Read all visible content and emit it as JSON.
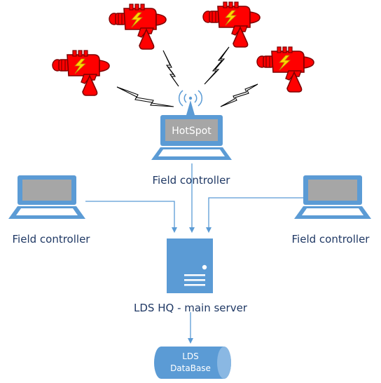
{
  "hotspot_label": "HotSpot",
  "controllers": {
    "center": "Field controller",
    "left": "Field controller",
    "right": "Field controller"
  },
  "server_label": "LDS HQ - main server",
  "database": {
    "line1": "LDS",
    "line2": "DataBase"
  },
  "colors": {
    "laptop_blue": "#5b9bd5",
    "laptop_screen": "#a6a6a6",
    "line_blue": "#5b9bd5",
    "gun_red": "#ff0000",
    "bolt_yellow": "#ffd700",
    "text_navy": "#1f3864"
  },
  "icons": [
    "ray-gun-icon",
    "laptop-icon",
    "wifi-antenna-icon",
    "server-icon",
    "database-icon",
    "lightning-bolt-icon"
  ]
}
